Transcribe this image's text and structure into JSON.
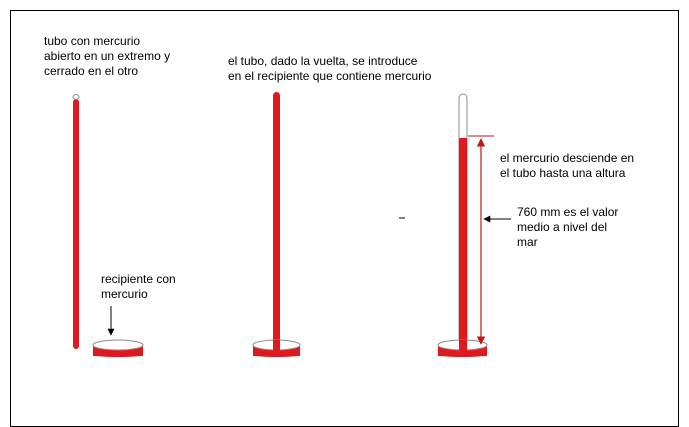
{
  "colors": {
    "mercury": "#e0191f",
    "tube_outline": "#8c8c8c",
    "frame": "#000000",
    "arrow": "#000000",
    "dimension_arrow": "#c0161c"
  },
  "labels": {
    "step1": {
      "line1": "tubo con mercurio",
      "line2": "abierto en un extremo y",
      "line3": "cerrado en el otro"
    },
    "step2": {
      "line1": "el tubo, dado la vuelta, se introduce",
      "line2": "en el recipiente que contiene mercurio"
    },
    "container": {
      "line1": "recipiente con",
      "line2": "mercurio"
    },
    "descent": {
      "line1": "el mercurio desciende en",
      "line2": "el tubo hasta una altura"
    },
    "pressure": {
      "line1": "760 mm es el valor",
      "line2": "medio a nivel del",
      "line3": "mar"
    }
  }
}
